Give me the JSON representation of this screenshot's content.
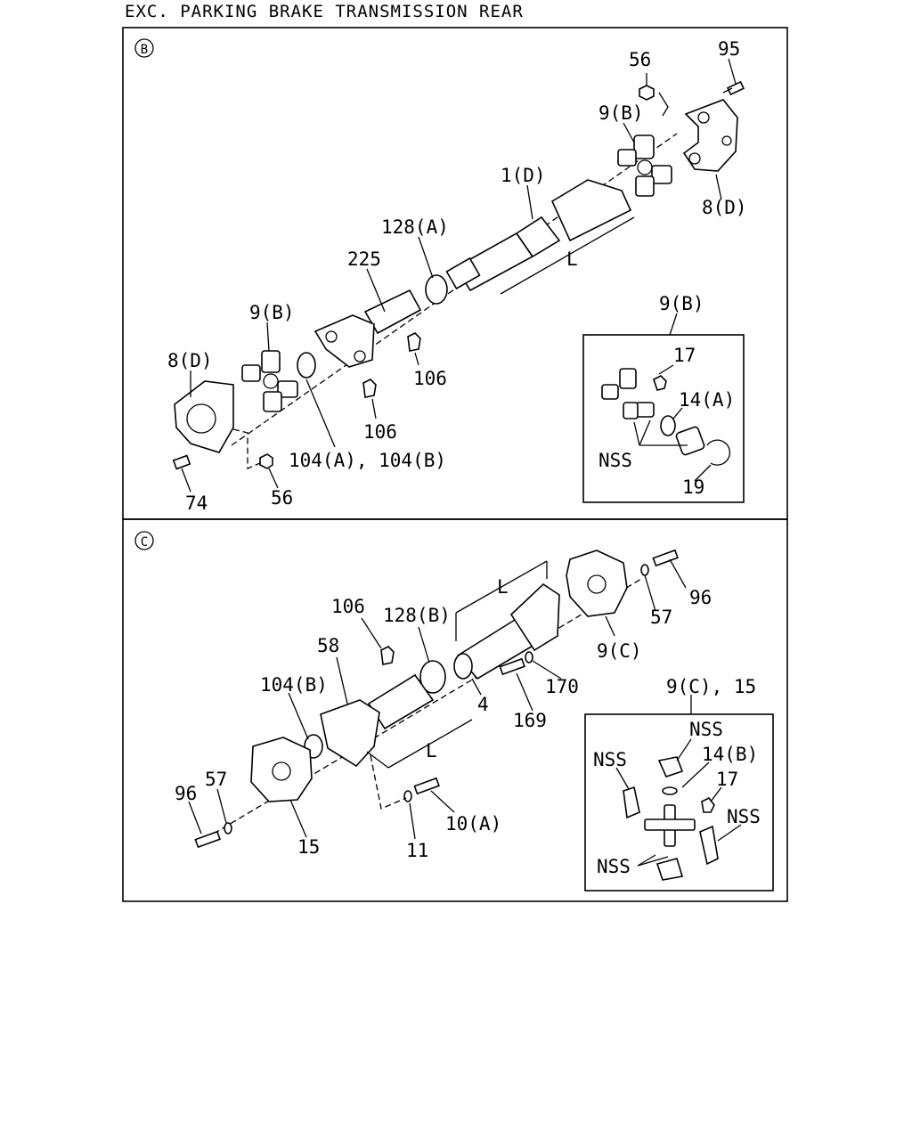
{
  "header": "EXC. PARKING BRAKE TRANSMISSION REAR",
  "panel_b": {
    "marker": "B",
    "labels": {
      "p56_top": "56",
      "p95": "95",
      "p9b_top": "9(B)",
      "p1d": "1(D)",
      "p8d_right": "8(D)",
      "p128a": "128(A)",
      "p225": "225",
      "pL": "L",
      "p9b_left": "9(B)",
      "p8d_left": "8(D)",
      "p106_a": "106",
      "p106_b": "106",
      "p104ab": "104(A), 104(B)",
      "p74": "74",
      "p56_bottom": "56"
    },
    "inset": {
      "title": "9(B)",
      "labels": {
        "p17": "17",
        "p14a": "14(A)",
        "nss": "NSS",
        "p19": "19"
      }
    }
  },
  "panel_c": {
    "marker": "C",
    "labels": {
      "p106": "106",
      "p128b": "128(B)",
      "pL_top": "L",
      "p96_right": "96",
      "p57_right": "57",
      "p9c": "9(C)",
      "p58": "58",
      "p104b": "104(B)",
      "p170": "170",
      "p4": "4",
      "p169": "169",
      "pL_bottom": "L",
      "p57_left": "57",
      "p96_left": "96",
      "p15": "15",
      "p11": "11",
      "p10a": "10(A)"
    },
    "inset": {
      "title": "9(C), 15",
      "labels": {
        "nss_top": "NSS",
        "p14b": "14(B)",
        "nss_left": "NSS",
        "p17": "17",
        "nss_right": "NSS",
        "nss_bottom": "NSS"
      }
    }
  }
}
